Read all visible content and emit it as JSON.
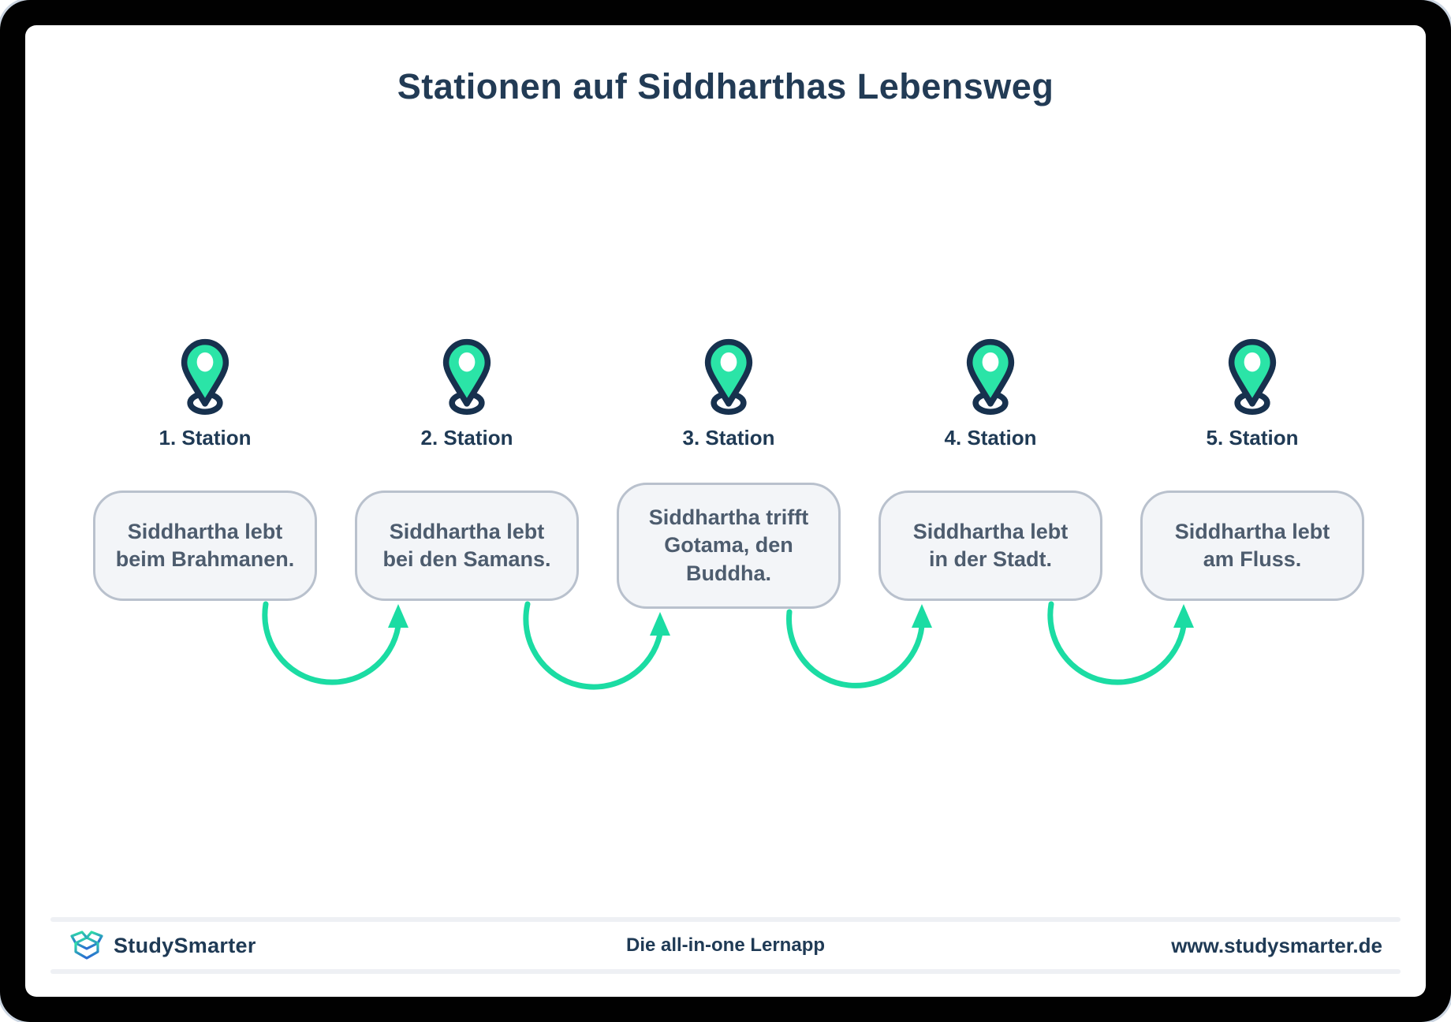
{
  "title": "Stationen auf Siddharthas Lebensweg",
  "stations": [
    {
      "label": "1. Station",
      "text": "Siddhartha lebt\nbeim Brahmanen."
    },
    {
      "label": "2. Station",
      "text": "Siddhartha lebt\nbei den Samans."
    },
    {
      "label": "3. Station",
      "text": "Siddhartha trifft\nGotama, den\nBuddha."
    },
    {
      "label": "4. Station",
      "text": "Siddhartha lebt\nin der Stadt."
    },
    {
      "label": "5. Station",
      "text": "Siddhartha lebt\nam Fluss."
    }
  ],
  "footer": {
    "brand": "StudySmarter",
    "tagline": "Die all-in-one Lernapp",
    "website": "www.studysmarter.de"
  },
  "icons": {
    "pin": "map-pin-icon",
    "logo": "studysmarter-box-icon",
    "arrow": "curved-arrow"
  },
  "colors": {
    "navy_text": "#1f3a55",
    "pin_outline": "#17314e",
    "pin_fill": "#2be4a7",
    "arrow_teal": "#1bdca3",
    "box_bg": "#f3f5f8",
    "box_border": "#b9c1cd",
    "box_text": "#4d5c6e",
    "frame": "#010101"
  }
}
